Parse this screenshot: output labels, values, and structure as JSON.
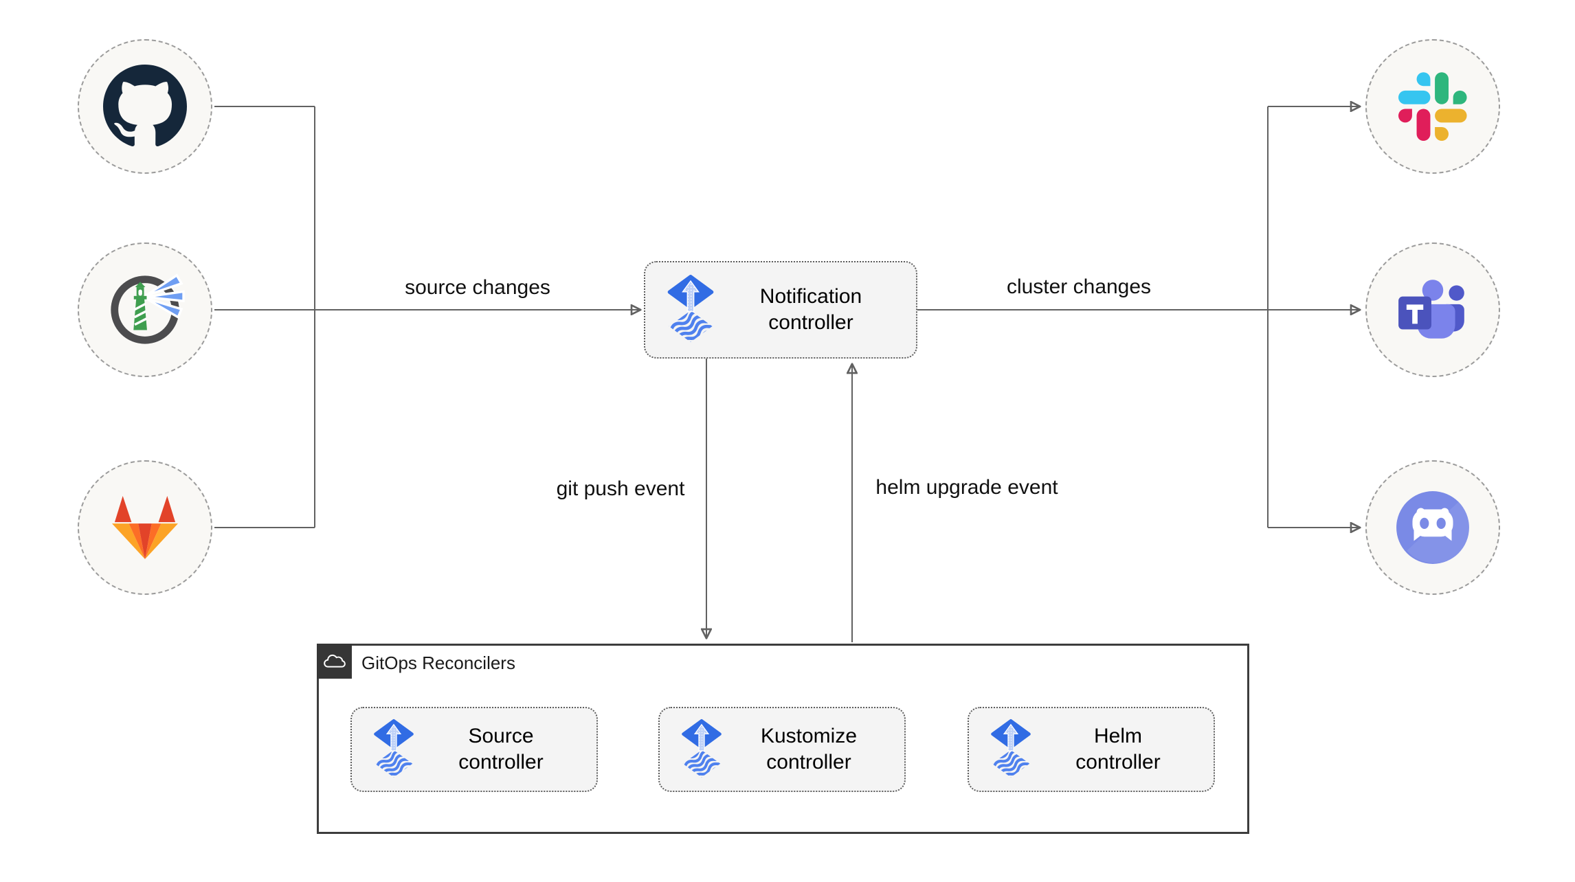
{
  "edge_labels": {
    "source_changes": "source changes",
    "cluster_changes": "cluster changes",
    "git_push_event": "git push event",
    "helm_upgrade_event": "helm upgrade event"
  },
  "nodes": {
    "notification_controller": {
      "line1": "Notification",
      "line2": "controller"
    },
    "source_controller": {
      "line1": "Source",
      "line2": "controller"
    },
    "kustomize_controller": {
      "line1": "Kustomize",
      "line2": "controller"
    },
    "helm_controller": {
      "line1": "Helm",
      "line2": "controller"
    },
    "gitops_group": {
      "label": "GitOps Reconcilers"
    }
  },
  "icons": {
    "left_sources": [
      "github-octocat",
      "harbor-lighthouse",
      "gitlab-tanuki"
    ],
    "right_targets": [
      "slack",
      "microsoft-teams",
      "discord"
    ],
    "controller_logo": "flux-cd",
    "group_badge": "cloud"
  },
  "colors": {
    "line": "#616161",
    "box_fill": "#f4f4f4",
    "circle_fill": "#f9f8f5",
    "badge_dark": "#363636",
    "flux_diamond": "#316ce4",
    "flux_waves": "#4f81ee",
    "flux_arrow": "#bdd0f7",
    "github_dark": "#15273a",
    "gitlab_red": "#e24329",
    "gitlab_orange": "#fc6d26",
    "gitlab_yellow": "#fca326",
    "slack_blue": "#36c5f0",
    "slack_green": "#2eb67d",
    "slack_yellow": "#ecb22e",
    "slack_red": "#e01e5a",
    "teams_purple": "#4b53bc",
    "teams_light": "#7b83eb",
    "teams_mid": "#5059c9",
    "discord_blurple": "#7a8ae6",
    "harbor_gray": "#4c4c4e",
    "harbor_green": "#3f9e4f",
    "harbor_beam": "#6f9ef2"
  }
}
